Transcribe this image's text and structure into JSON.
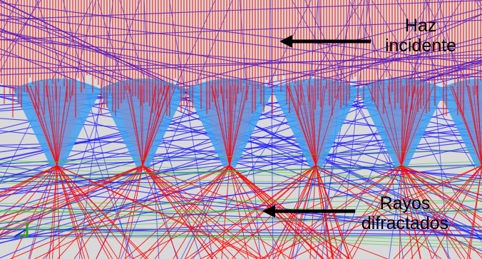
{
  "labels": {
    "incident_line1": "Haz",
    "incident_line2": "incidente",
    "diffracted_line1": "Rayos",
    "diffracted_line2": "difractados"
  },
  "colors": {
    "background": "#d9d9d9",
    "incident_rays": "#ff0000",
    "reflected_rays": "#1a1aff",
    "lens_fill": "#3fa0f0",
    "lens_core": "#8c8cc8",
    "stray_rays": "#33cc33",
    "arrow": "#000000",
    "axis_icon": "#2a9d2a"
  },
  "icons": {
    "incident_arrow": "arrow-left-icon",
    "diffracted_arrow": "arrow-left-icon",
    "axis_triad": "axis-triad-icon"
  }
}
